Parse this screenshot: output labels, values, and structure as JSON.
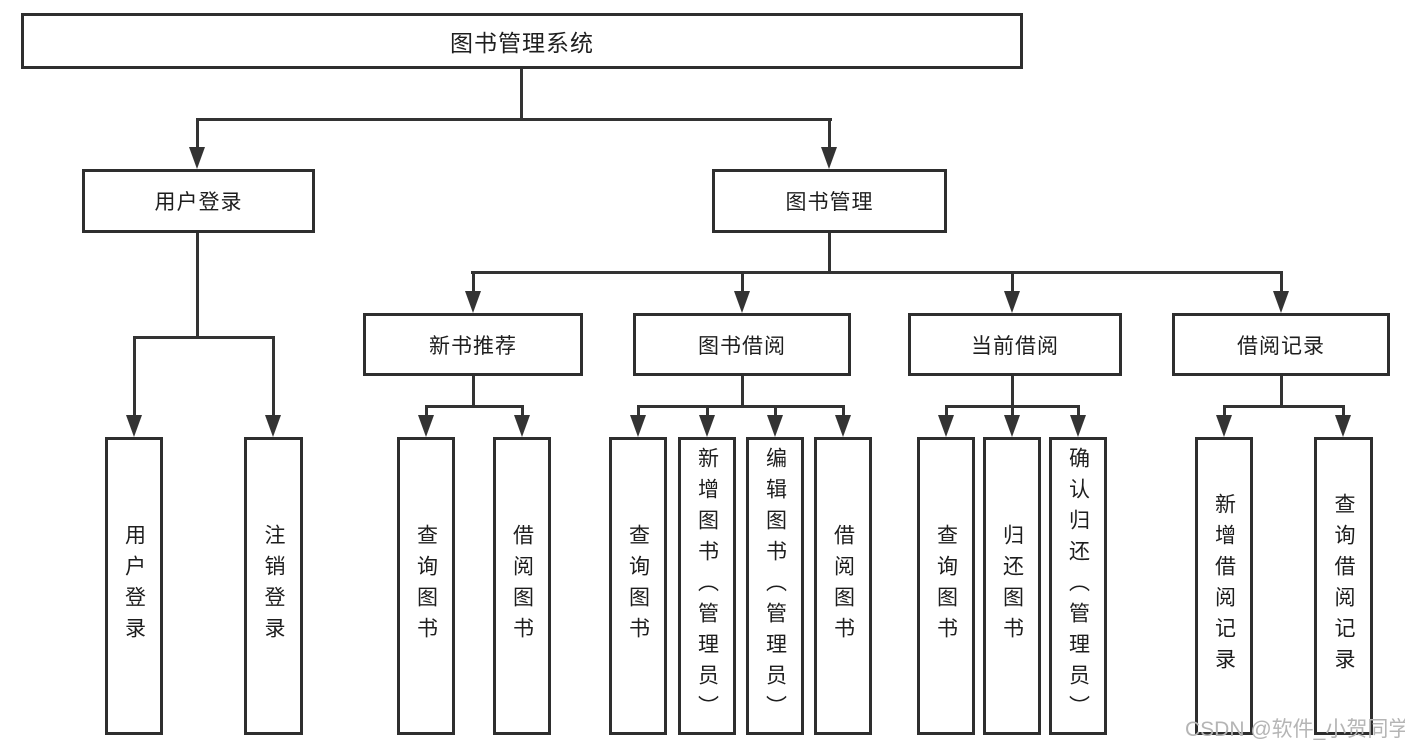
{
  "diagram": {
    "title": "图书管理系统",
    "branches": {
      "user_login": {
        "label": "用户登录",
        "children": [
          "用户登录",
          "注销登录"
        ]
      },
      "book_mgmt": {
        "label": "图书管理",
        "sections": [
          {
            "label": "新书推荐",
            "children": [
              "查询图书",
              "借阅图书"
            ]
          },
          {
            "label": "图书借阅",
            "children": [
              "查询图书",
              "新增图书（管理员）",
              "编辑图书（管理员）",
              "借阅图书"
            ]
          },
          {
            "label": "当前借阅",
            "children": [
              "查询图书",
              "归还图书",
              "确认归还（管理员）"
            ]
          },
          {
            "label": "借阅记录",
            "children": [
              "新增借阅记录",
              "查询借阅记录"
            ]
          }
        ]
      }
    },
    "colors": {
      "line": "#333333",
      "box_border": "#2e2e2e",
      "text": "#1e1e1e",
      "background": "#ffffff",
      "watermark": "#b5b5b5"
    }
  },
  "watermark": {
    "text": "CSDN @软件_小贺同学"
  }
}
